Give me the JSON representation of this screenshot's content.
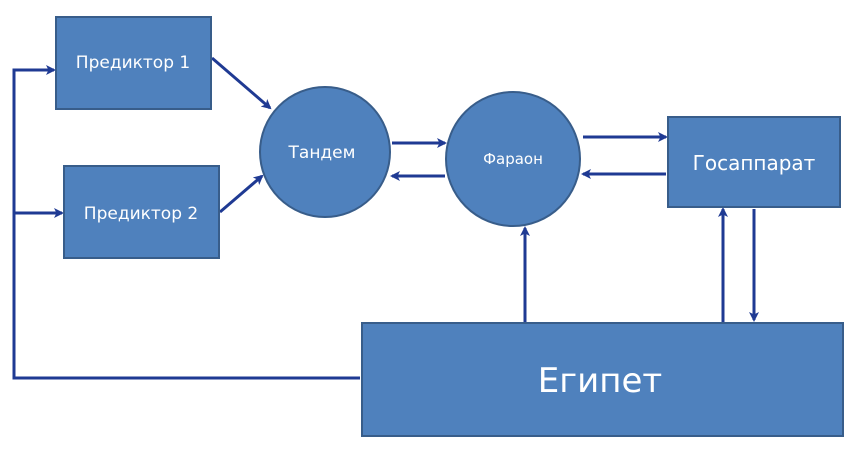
{
  "diagram": {
    "colors": {
      "node_fill": "#4f81bd",
      "node_stroke": "#385d8a",
      "arrow": "#1f3a93",
      "text": "#ffffff"
    },
    "nodes": {
      "predictor1": {
        "label": "Предиктор 1"
      },
      "predictor2": {
        "label": "Предиктор 2"
      },
      "tandem": {
        "label": "Тандем"
      },
      "pharaoh": {
        "label": "Фараон"
      },
      "gosapparat": {
        "label": "Госаппарат"
      },
      "egypt": {
        "label": "Египет"
      }
    },
    "edges": [
      {
        "from": "predictor1",
        "to": "tandem"
      },
      {
        "from": "predictor2",
        "to": "tandem"
      },
      {
        "from": "tandem",
        "to": "pharaoh"
      },
      {
        "from": "pharaoh",
        "to": "tandem"
      },
      {
        "from": "pharaoh",
        "to": "gosapparat"
      },
      {
        "from": "gosapparat",
        "to": "pharaoh"
      },
      {
        "from": "egypt",
        "to": "pharaoh"
      },
      {
        "from": "egypt",
        "to": "gosapparat"
      },
      {
        "from": "gosapparat",
        "to": "egypt"
      },
      {
        "from": "egypt",
        "to": "predictor1"
      },
      {
        "from": "egypt",
        "to": "predictor2"
      }
    ]
  }
}
